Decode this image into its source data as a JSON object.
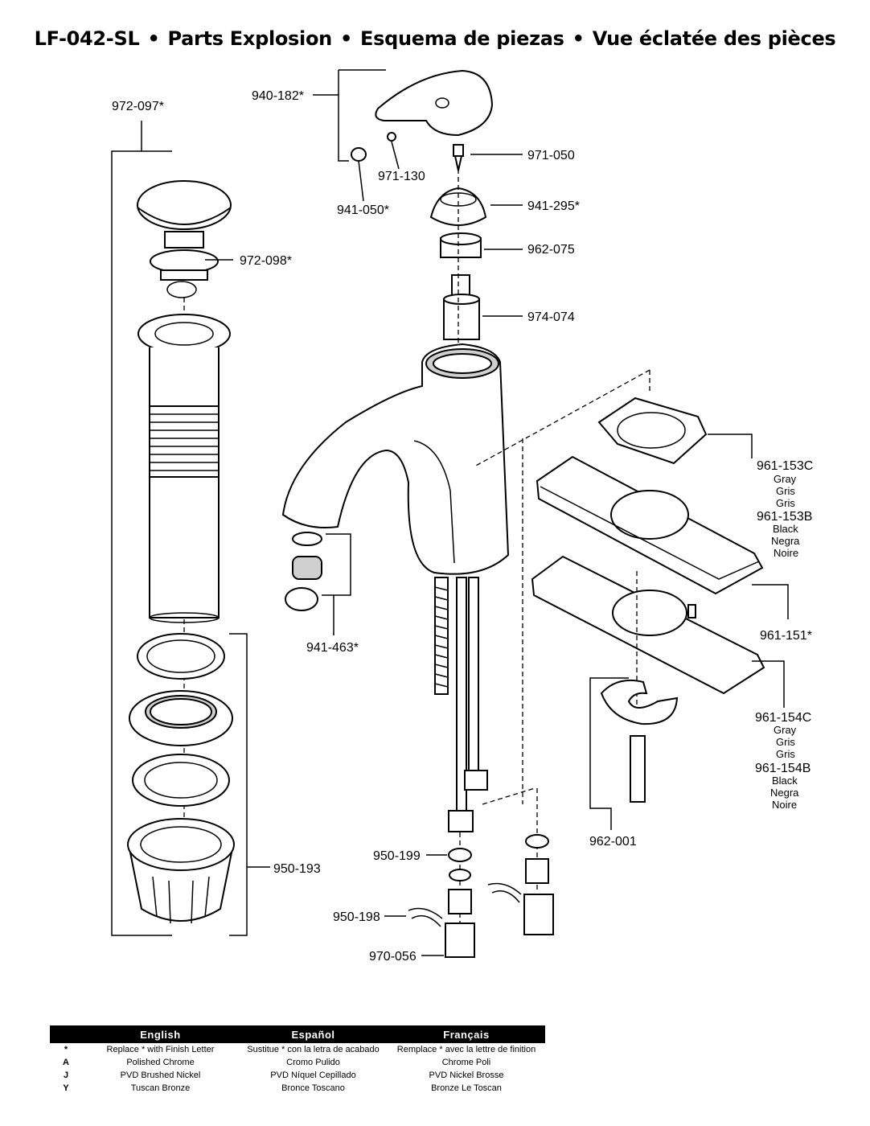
{
  "title": {
    "model": "LF-042-SL",
    "parts": "Parts Explosion",
    "es": "Esquema de piezas",
    "fr": "Vue éclatée des pièces",
    "separator": "•"
  },
  "parts": {
    "p940_182": "940-182*",
    "p971_050": "971-050",
    "p971_130": "971-130",
    "p941_050": "941-050*",
    "p941_295": "941-295*",
    "p962_075": "962-075",
    "p974_074": "974-074",
    "p972_097": "972-097*",
    "p972_098": "972-098*",
    "p941_463": "941-463*",
    "p961_153C": "961-153C",
    "p961_153C_l1": "Gray",
    "p961_153C_l2": "Gris",
    "p961_153C_l3": "Gris",
    "p961_153B": "961-153B",
    "p961_153B_l1": "Black",
    "p961_153B_l2": "Negra",
    "p961_153B_l3": "Noire",
    "p961_151": "961-151*",
    "p961_154C": "961-154C",
    "p961_154C_l1": "Gray",
    "p961_154C_l2": "Gris",
    "p961_154C_l3": "Gris",
    "p961_154B": "961-154B",
    "p961_154B_l1": "Black",
    "p961_154B_l2": "Negra",
    "p961_154B_l3": "Noire",
    "p962_001": "962-001",
    "p950_193": "950-193",
    "p950_199": "950-199",
    "p950_198": "950-198",
    "p970_056": "970-056"
  },
  "legend": {
    "headers": [
      "English",
      "Español",
      "Français"
    ],
    "rows": [
      {
        "code": "*",
        "en": "Replace * with Finish Letter",
        "es": "Sustitue * con la letra de acabado",
        "fr": "Remplace * avec la lettre de finition"
      },
      {
        "code": "A",
        "en": "Polished Chrome",
        "es": "Cromo Pulido",
        "fr": "Chrome Poli"
      },
      {
        "code": "J",
        "en": "PVD Brushed Nickel",
        "es": "PVD Níquel Cepillado",
        "fr": "PVD Nickel Brosse"
      },
      {
        "code": "Y",
        "en": "Tuscan Bronze",
        "es": "Bronce Toscano",
        "fr": "Bronze Le Toscan"
      }
    ]
  }
}
